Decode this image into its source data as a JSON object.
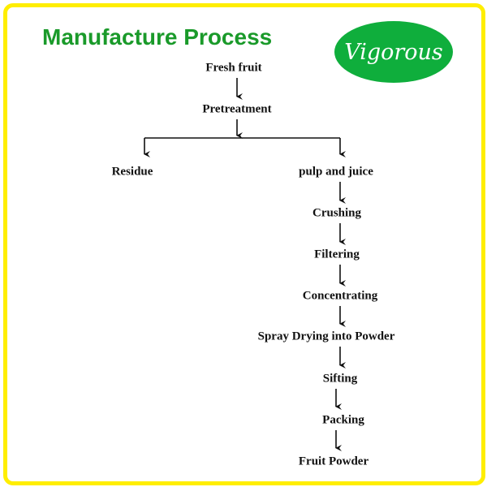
{
  "title": "Manufacture Process",
  "logo": {
    "text": "Vigorous",
    "color": "#0fae3c"
  },
  "colors": {
    "title": "#1a9a2a",
    "border": "#ffee00"
  },
  "steps": {
    "fresh_fruit": "Fresh fruit",
    "pretreatment": "Pretreatment",
    "residue": "Residue",
    "pulp_and_juice": "pulp and juice",
    "crushing": "Crushing",
    "filtering": "Filtering",
    "concentrating": "Concentrating",
    "spray_drying": "Spray Drying into Powder",
    "sifting": "Sifting",
    "packing": "Packing",
    "fruit_powder": "Fruit Powder"
  }
}
